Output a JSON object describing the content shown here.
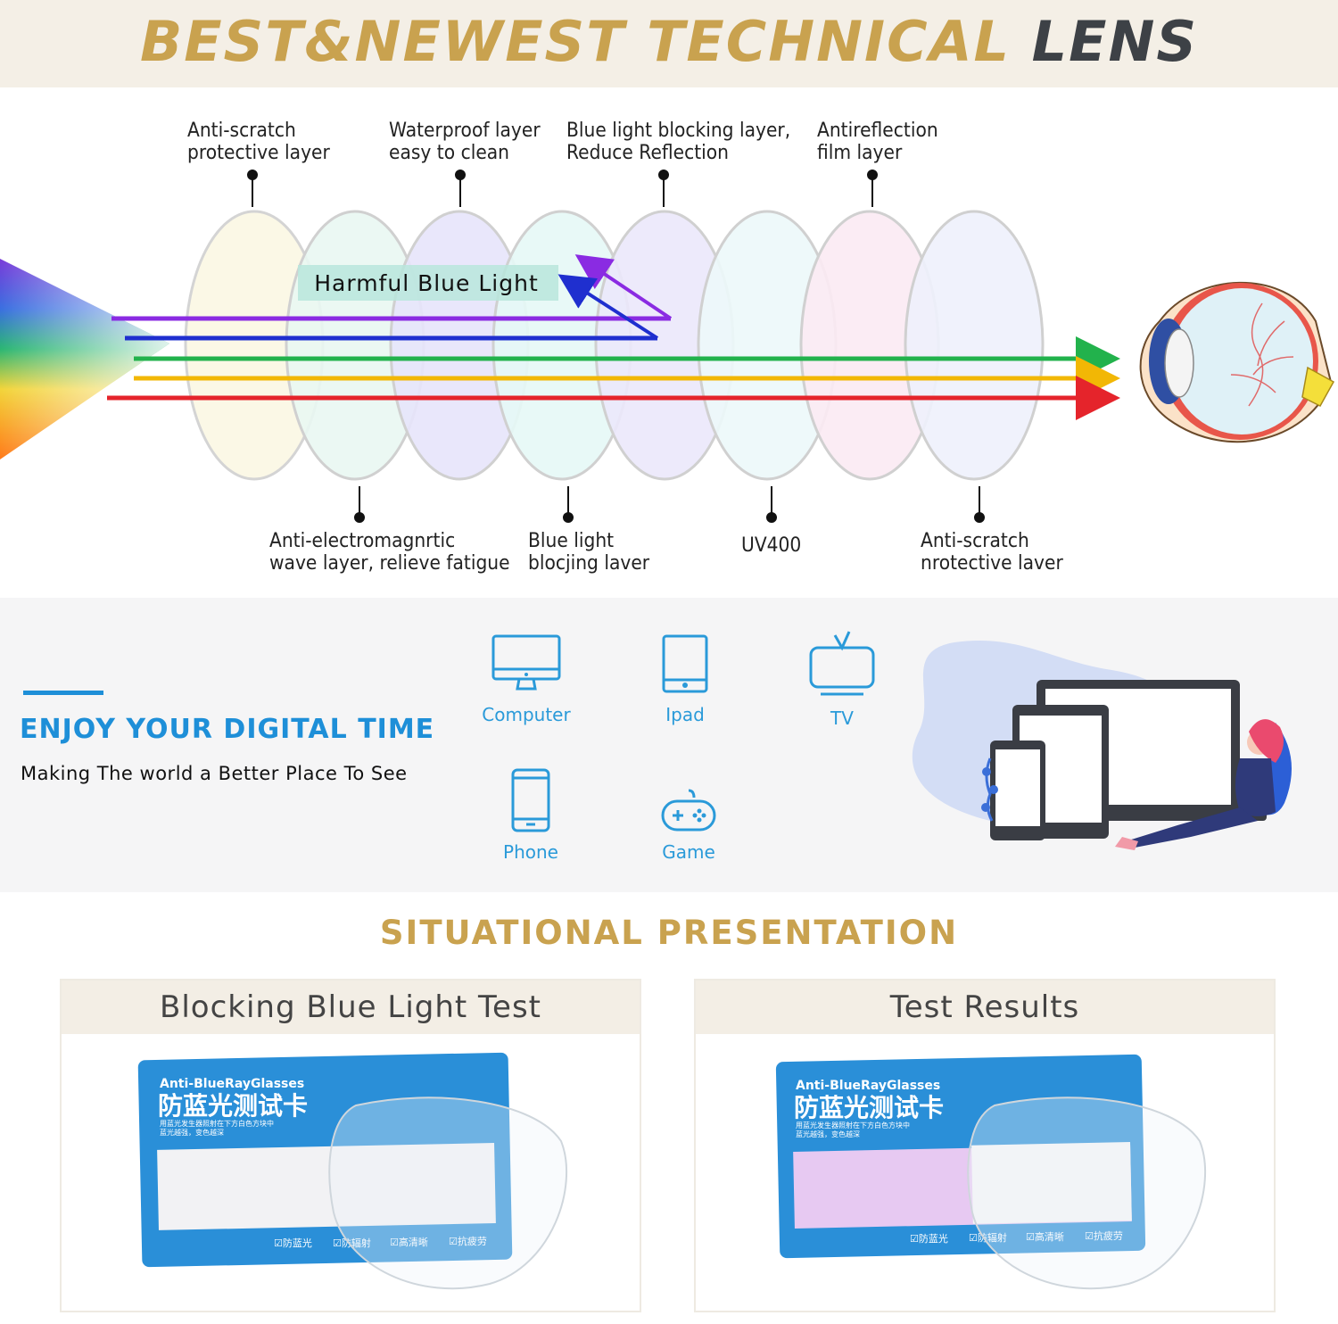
{
  "header": {
    "title_gold": "BEST&NEWEST TECHNICAL",
    "title_dark": "LENS"
  },
  "lens_diagram": {
    "top_labels": [
      "Anti-scratch\nprotective layer",
      "Waterproof layer\neasy to clean",
      "Blue light blocking layer,\nReduce Reflection",
      "Antireflection\nfilm layer"
    ],
    "bottom_labels": [
      "Anti-electromagnrtic\nwave layer, relieve fatigue",
      "Blue light\nblocjing laver",
      "UV400",
      "Anti-scratch\nnrotective laver"
    ],
    "harmful_label": "Harmful Blue Light",
    "colors": {
      "purple": "#8a2be2",
      "blue": "#1f2fcf",
      "green": "#22b24c",
      "yellow": "#f2b705",
      "red": "#e5242b"
    }
  },
  "digital": {
    "title": "ENJOY YOUR DIGITAL TIME",
    "subtitle": "Making The world a Better Place To See",
    "accent": "#1e8fd8",
    "devices": [
      {
        "label": "Computer",
        "icon": "monitor-icon"
      },
      {
        "label": "Ipad",
        "icon": "tablet-icon"
      },
      {
        "label": "TV",
        "icon": "tv-icon"
      },
      {
        "label": "Phone",
        "icon": "phone-icon"
      },
      {
        "label": "Game",
        "icon": "gamepad-icon"
      }
    ]
  },
  "situational": {
    "title": "SITUATIONAL PRESENTATION",
    "panels": [
      {
        "title": "Blocking Blue Light Test"
      },
      {
        "title": "Test Results"
      }
    ],
    "card": {
      "brand": "Anti-BlueRayGlasses",
      "title": "防蓝光测试卡",
      "note1": "用蓝光发生器照射在下方白色方块中",
      "note2": "蓝光越强，变色越深",
      "checks": [
        "☑防蓝光",
        "☑防辐射",
        "☑高清晰",
        "☑抗疲劳"
      ]
    }
  }
}
